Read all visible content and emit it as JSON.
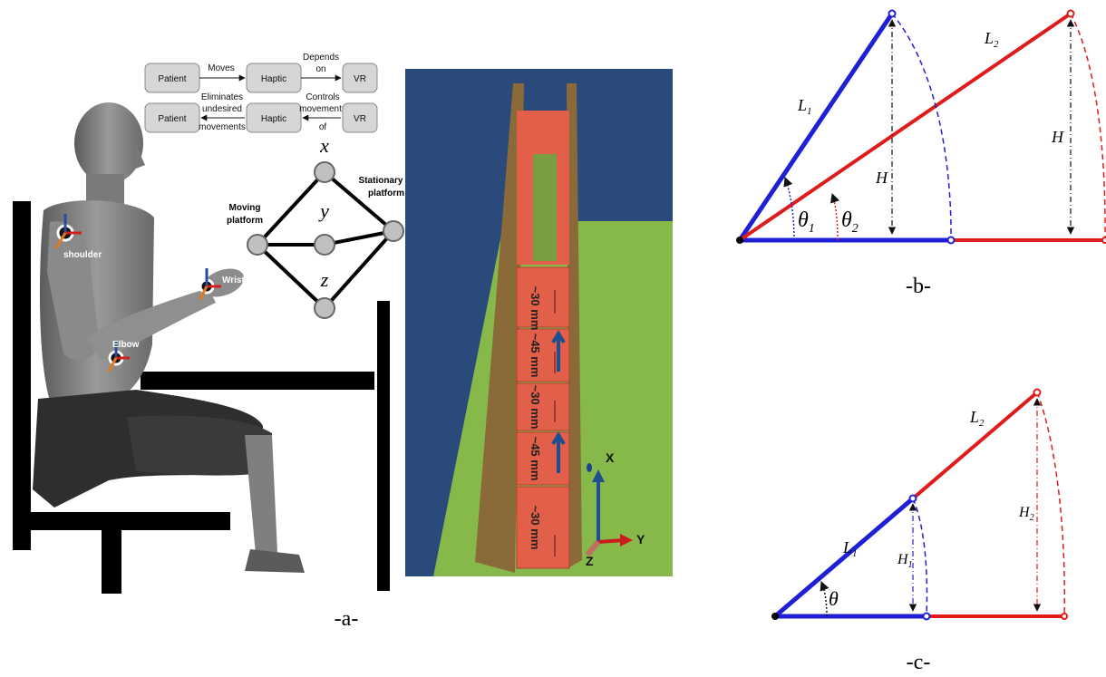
{
  "panel_a": {
    "caption": "-a-",
    "flow_diagram": {
      "row1": {
        "node1": "Patient",
        "edge1": "Moves",
        "node2": "Haptic",
        "edge2_line1": "Depends",
        "edge2_line2": "on",
        "node3": "VR"
      },
      "row2": {
        "node1": "Patient",
        "edge1_line1": "Eliminates",
        "edge1_line2": "undesired",
        "edge1_line3": "movements",
        "node2": "Haptic",
        "edge2_line1": "Controls",
        "edge2_line2": "movements",
        "edge2_line3": "of",
        "node3": "VR"
      }
    },
    "joint_labels": {
      "shoulder": "shoulder",
      "wrist": "Wrist",
      "elbow": "Elbow"
    },
    "platform": {
      "moving_line1": "Moving",
      "moving_line2": "platform",
      "stationary_line1": "Stationary",
      "stationary_line2": "platform",
      "axis_x": "x",
      "axis_y": "y",
      "axis_z": "z"
    },
    "vr_scene": {
      "block_labels": [
        "~30 mm",
        "~45 mm",
        "~30 mm",
        "~45 mm",
        "~30 mm"
      ],
      "axis_x": "X",
      "axis_y": "Y",
      "axis_z": "Z"
    }
  },
  "panel_b": {
    "caption": "-b-",
    "label_L1": "L",
    "label_L1_sub": "1",
    "label_L2": "L",
    "label_L2_sub": "2",
    "label_H_left": "H",
    "label_H_right": "H",
    "label_theta1": "θ",
    "label_theta1_sub": "1",
    "label_theta2": "θ",
    "label_theta2_sub": "2"
  },
  "panel_c": {
    "caption": "-c-",
    "label_L1": "L",
    "label_L1_sub": "1",
    "label_L2": "L",
    "label_L2_sub": "2",
    "label_H1": "H",
    "label_H1_sub": "1",
    "label_H2": "H",
    "label_H2_sub": "2",
    "label_theta": "θ"
  },
  "colors": {
    "link1": "#1f1fd6",
    "link2": "#e01b1b",
    "vr_background": "#2b4a7c",
    "vr_floor": "#86b84a",
    "vr_block": "#e2604a"
  }
}
